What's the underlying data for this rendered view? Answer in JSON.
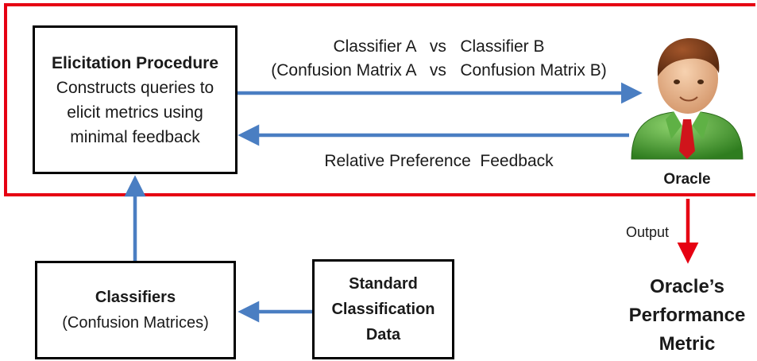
{
  "elicitation": {
    "title": "Elicitation Procedure",
    "line1": "Constructs queries to",
    "line2": "elicit metrics using",
    "line3": "minimal feedback"
  },
  "arrows": {
    "top_line1": "Classifier A   vs   Classifier B",
    "top_line2": "(Confusion Matrix A   vs   Confusion Matrix B)",
    "feedback": "Relative Preference  Feedback",
    "output": "Output"
  },
  "oracle": {
    "label": "Oracle",
    "icon": "person-icon"
  },
  "classifiers": {
    "title": "Classifiers",
    "subtitle": "(Confusion Matrices)"
  },
  "standard_data": {
    "line1": "Standard",
    "line2": "Classification",
    "line3": "Data"
  },
  "metric": {
    "line1": "Oracle’s",
    "line2": "Performance",
    "line3": "Metric"
  },
  "colors": {
    "frame": "#e60012",
    "arrow_blue": "#4a7ec2",
    "arrow_red": "#e60012"
  }
}
